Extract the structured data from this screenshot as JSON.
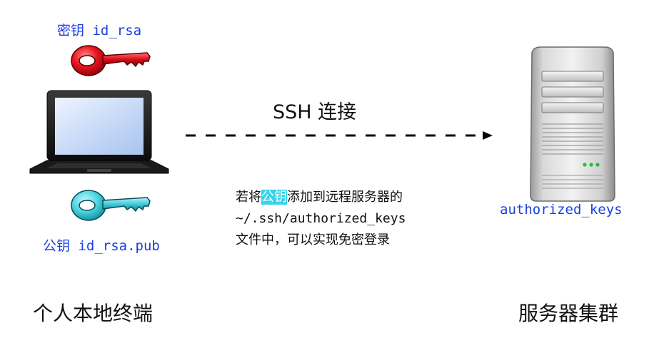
{
  "private_key": {
    "label": "密钥 id_rsa",
    "color": "#e8141e"
  },
  "public_key": {
    "label": "公钥 id_rsa.pub",
    "color": "#4fd8e6"
  },
  "connection": {
    "title": "SSH 连接"
  },
  "note": {
    "prefix": "若将",
    "highlight": "公钥",
    "suffix": "添加到远程服务器的",
    "path": "~/.ssh/authorized_keys",
    "line3": "文件中，可以实现免密登录",
    "highlight_color": "#35d4ea"
  },
  "server": {
    "file_label": "authorized_keys"
  },
  "captions": {
    "local": "个人本地终端",
    "remote": "服务器集群"
  },
  "icons": [
    "red-key-icon",
    "laptop-icon",
    "cyan-key-icon",
    "server-tower-icon"
  ]
}
